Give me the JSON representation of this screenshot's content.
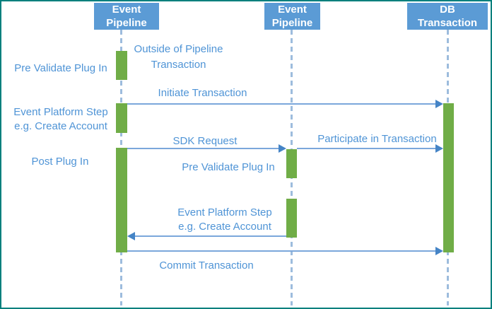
{
  "diagram_type": "uml-sequence",
  "colors": {
    "actor_fill": "#5B9BD5",
    "actor_text": "#FFFFFF",
    "activation_fill": "#70AD47",
    "arrow_line": "#7BA7DB",
    "arrow_head": "#4584C6",
    "label_text": "#4F94D6",
    "lifeline_dash": "#9DBCDD",
    "page_border": "#00807D"
  },
  "actors": [
    {
      "name": "event-pipeline-1",
      "line1": "Event",
      "line2": "Pipeline"
    },
    {
      "name": "event-pipeline-2",
      "line1": "Event",
      "line2": "Pipeline"
    },
    {
      "name": "db-transaction",
      "line1": "DB",
      "line2": "Transaction"
    }
  ],
  "annotations": {
    "pre_validate_1": "Pre Validate Plug In",
    "outside_1": "Outside of Pipeline",
    "outside_2": "Transaction",
    "event_platform_1a": "Event Platform Step",
    "event_platform_1b": "e.g. Create Account",
    "post_plug_in": "Post Plug In",
    "pre_validate_2": "Pre Validate Plug In",
    "event_platform_2a": "Event Platform Step",
    "event_platform_2b": "e.g. Create Account"
  },
  "messages": {
    "initiate": "Initiate Transaction",
    "sdk": "SDK Request",
    "participate": "Participate in Transaction",
    "commit": "Commit Transaction"
  }
}
